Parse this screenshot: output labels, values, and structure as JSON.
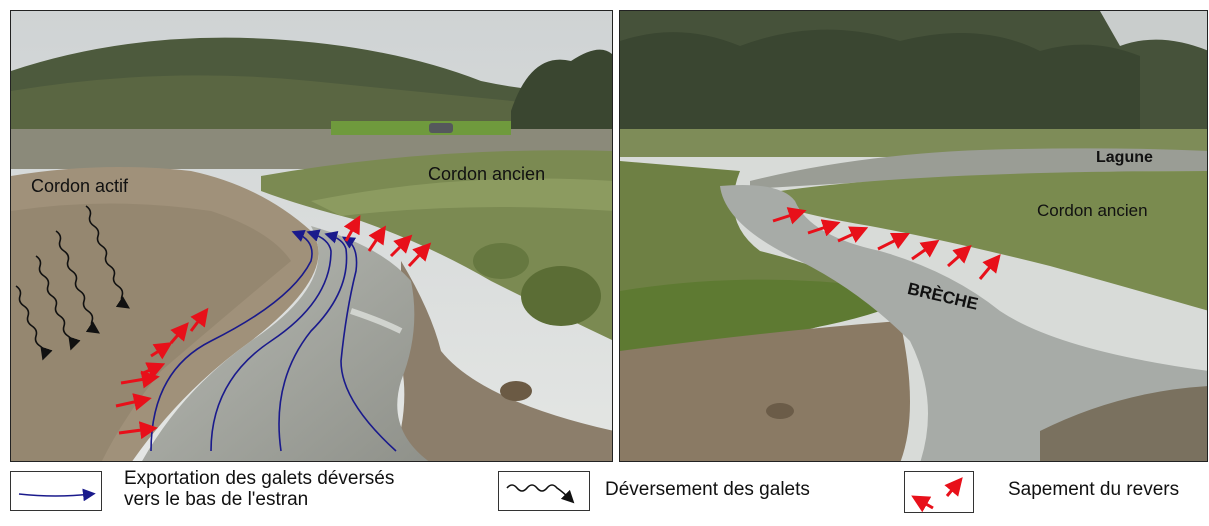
{
  "left_photo": {
    "label_active": "Cordon actif",
    "label_ancient": "Cordon ancien"
  },
  "right_photo": {
    "label_lagoon": "Lagune",
    "label_ancient": "Cordon ancien",
    "label_breach": "BRÈCHE"
  },
  "legend": {
    "item1_line1": "Exportation des galets déversés",
    "item1_line2": " vers le bas de l'estran",
    "item2": "Déversement des galets",
    "item3": "Sapement du revers"
  },
  "colors": {
    "blue_arrow": "#1a1a8c",
    "red_arrow": "#e8101a",
    "black_arrow": "#111111"
  }
}
